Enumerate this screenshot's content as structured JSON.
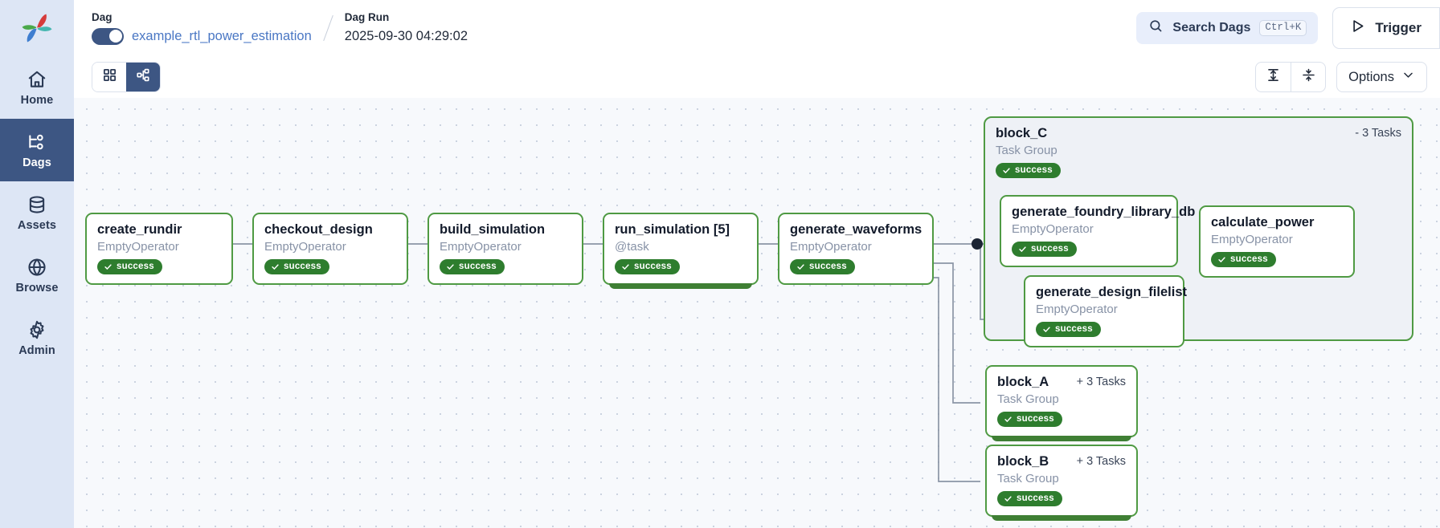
{
  "app": {
    "logo": "airflow-pinwheel-logo"
  },
  "sidebar": {
    "items": [
      {
        "label": "Home",
        "icon": "home-icon",
        "active": false
      },
      {
        "label": "Dags",
        "icon": "dags-icon",
        "active": true
      },
      {
        "label": "Assets",
        "icon": "assets-icon",
        "active": false
      },
      {
        "label": "Browse",
        "icon": "browse-icon",
        "active": false
      },
      {
        "label": "Admin",
        "icon": "gear-icon",
        "active": false
      }
    ]
  },
  "header": {
    "dag_label": "Dag",
    "dag_name": "example_rtl_power_estimation",
    "dag_toggle_state": "on",
    "dag_run_label": "Dag Run",
    "dag_run_value": "2025-09-30 04:29:02",
    "search_placeholder": "Search Dags",
    "search_shortcut": "Ctrl+K",
    "trigger_label": "Trigger"
  },
  "toolbar": {
    "view_grid": "grid-view",
    "view_graph": "graph-view",
    "active_view": "graph-view",
    "align_vertical": "align-vertical-icon",
    "align_horizontal": "align-horizontal-icon",
    "options_label": "Options"
  },
  "colors": {
    "success": "#2e7d2e",
    "node_border": "#4f9a43",
    "sidebar_bg": "#dde6f5",
    "sidebar_active": "#3d5683",
    "canvas_bg": "#f7f9fc",
    "link": "#4a77c4"
  },
  "graph": {
    "status_label": "success",
    "task_group_label": "Task Group",
    "nodes": [
      {
        "id": "create_rundir",
        "title": "create_rundir",
        "operator": "EmptyOperator",
        "status": "success",
        "mapped": false
      },
      {
        "id": "checkout_design",
        "title": "checkout_design",
        "operator": "EmptyOperator",
        "status": "success",
        "mapped": false
      },
      {
        "id": "build_simulation",
        "title": "build_simulation",
        "operator": "EmptyOperator",
        "status": "success",
        "mapped": false
      },
      {
        "id": "run_simulation",
        "title": "run_simulation [5]",
        "operator": "@task",
        "status": "success",
        "mapped": true
      },
      {
        "id": "generate_waveforms",
        "title": "generate_waveforms",
        "operator": "EmptyOperator",
        "status": "success",
        "mapped": false
      },
      {
        "id": "generate_foundry_library_db",
        "title": "generate_foundry_library_db",
        "operator": "EmptyOperator",
        "status": "success",
        "mapped": false
      },
      {
        "id": "generate_design_filelist",
        "title": "generate_design_filelist",
        "operator": "EmptyOperator",
        "status": "success",
        "mapped": false
      },
      {
        "id": "calculate_power",
        "title": "calculate_power",
        "operator": "EmptyOperator",
        "status": "success",
        "mapped": false
      }
    ],
    "groups": [
      {
        "id": "block_C",
        "title": "block_C",
        "subtitle": "Task Group",
        "count_label": "- 3 Tasks",
        "status": "success",
        "expanded": true
      },
      {
        "id": "block_A",
        "title": "block_A",
        "subtitle": "Task Group",
        "count_label": "+ 3 Tasks",
        "status": "success",
        "expanded": false
      },
      {
        "id": "block_B",
        "title": "block_B",
        "subtitle": "Task Group",
        "count_label": "+ 3 Tasks",
        "status": "success",
        "expanded": false
      }
    ]
  }
}
